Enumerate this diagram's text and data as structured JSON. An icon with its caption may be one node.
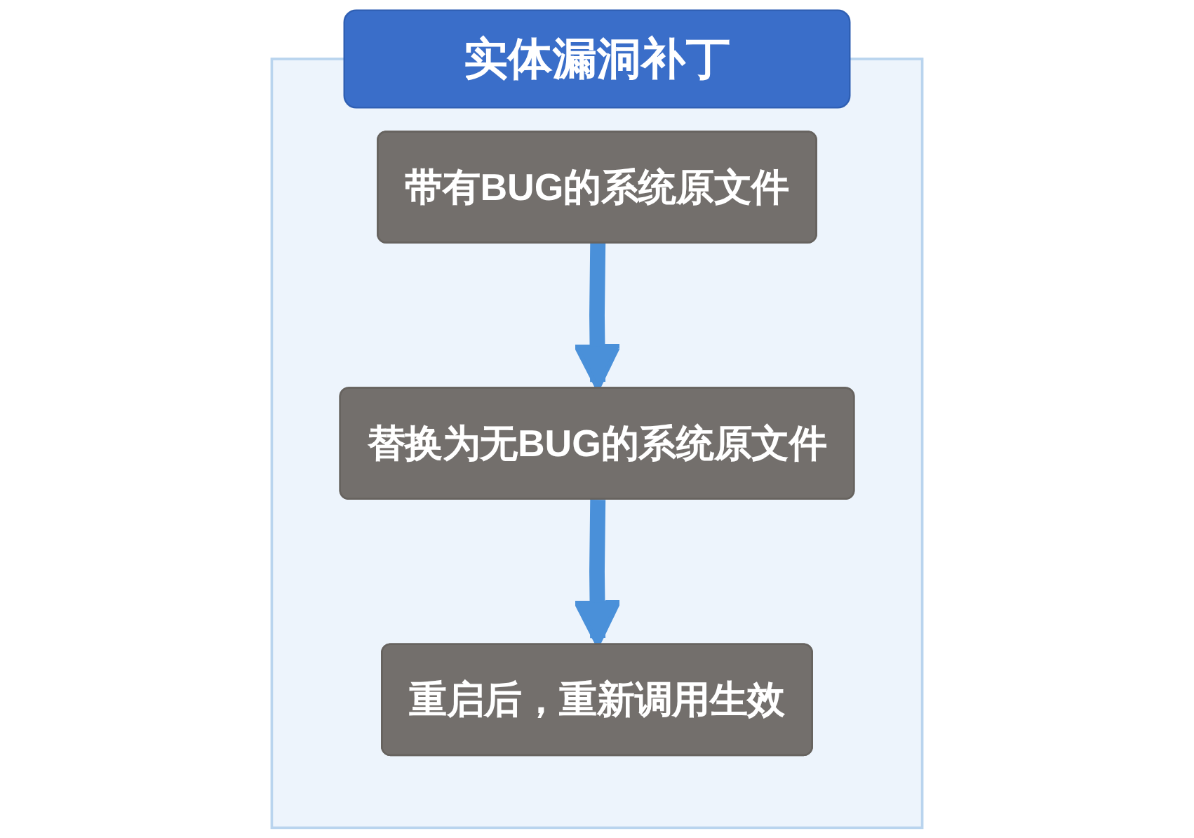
{
  "diagram": {
    "nodes": [
      {
        "text": [
          "实体漏洞补丁"
        ]
      },
      {
        "text": [
          "带有BUG的系统原文件"
        ],
        "in": 0
      },
      {
        "text": [
          "替换为无BUG的系统原文件"
        ],
        "in": 0
      },
      {
        "text": [
          "重启后，重新调用生效"
        ],
        "in": 0
      }
    ],
    "edges": [
      {
        "from": 1,
        "to": 2,
        "arrow": "to"
      },
      {
        "from": 2,
        "to": 3,
        "arrow": "to"
      }
    ]
  }
}
